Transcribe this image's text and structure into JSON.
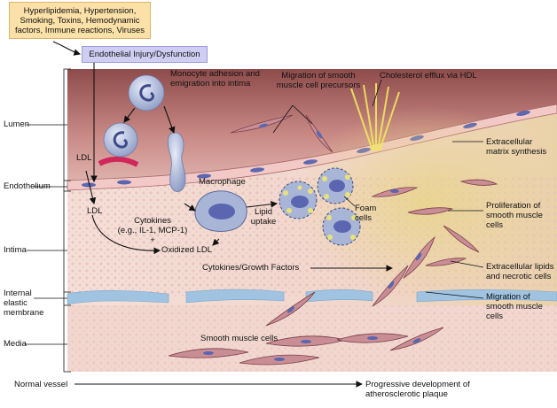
{
  "risk_factors": "Hyperlipidemia, Hypertension,\nSmoking, Toxins, Hemodynamic\nfactors, Immune reactions, Viruses",
  "endothelial_injury": "Endothelial Injury/Dysfunction",
  "layers": {
    "lumen": "Lumen",
    "endothelium": "Endothelium",
    "intima": "Intima",
    "internal_elastic_membrane": [
      "Internal",
      "elastic",
      "membrane"
    ],
    "media": "Media"
  },
  "annotations": {
    "monocyte": [
      "Monocyte adhesion and",
      "emigration into intima"
    ],
    "smc_precursors": [
      "Migration of smooth",
      "muscle cell precursors"
    ],
    "cholesterol_efflux": "Cholesterol efflux via HDL",
    "ldl_1": "LDL",
    "ldl_2": "LDL",
    "macrophage": "Macrophage",
    "lipid_uptake": [
      "Lipid",
      "uptake"
    ],
    "foam_cells": [
      "Foam",
      "cells"
    ],
    "cytokines": [
      "Cytokines",
      "(e.g., IL-1, MCP-1)",
      "+"
    ],
    "oxidized_ldl": "Oxidized LDL",
    "cytokines_growth": "Cytokines/Growth Factors",
    "smooth_muscle_cells": "Smooth muscle cells"
  },
  "right_labels": {
    "ecm": [
      "Extracellular",
      "matrix synthesis"
    ],
    "proliferation": [
      "Proliferation of",
      "smooth muscle",
      "cells"
    ],
    "lipids_necrotic": [
      "Extracellular lipids",
      "and necrotic cells"
    ],
    "migration": [
      "Migration of",
      "smooth muscle",
      "cells"
    ]
  },
  "bottom": {
    "start": "Normal vessel",
    "end": [
      "Progressive development of",
      "atherosclerotic plaque"
    ]
  },
  "colors": {
    "lumen": "#c98a86",
    "intima": "#f3dcd4",
    "elastic": "#9fc3e0",
    "media": "#f1d7cf",
    "cell": "#c98e95",
    "nucleus": "#5b66b0",
    "monocyte": "#a9b5d6",
    "lipid": "#e8e27a"
  }
}
